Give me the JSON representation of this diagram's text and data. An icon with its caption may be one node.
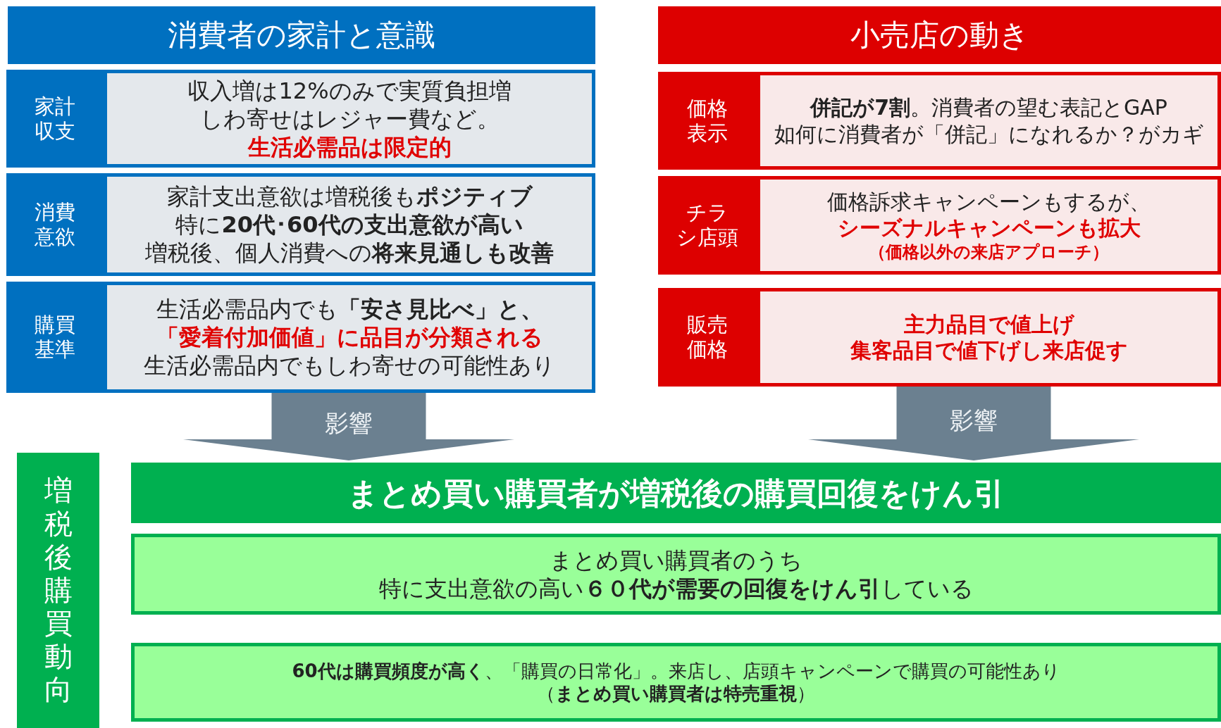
{
  "diagram": {
    "nodes": [
      {
        "text": [
          "消費者の家計と意識"
        ]
      },
      {
        "text": [
          "家計収支"
        ]
      },
      {
        "text": [
          "収入増は12%のみで実質負担増",
          "しわ寄せはレジャー費など。",
          "生活必需品は限定的"
        ]
      },
      {
        "text": [
          "消費意欲"
        ]
      },
      {
        "text": [
          "家計支出意欲は増税後も**ポジティブ**",
          "特に**20代･60代の支出意欲が高い**",
          "増税後、個人消費への**将来見通しも改善**"
        ]
      },
      {
        "text": [
          "購買基準"
        ]
      },
      {
        "text": [
          "生活必需品内でも**「安さ見比べ」と、**",
          "「愛着付加価値」に品目が分類される",
          "生活必需品内でもしわ寄せの可能性あり"
        ]
      },
      {
        "text": [
          "小売店の動き"
        ]
      },
      {
        "text": [
          "価格表示"
        ]
      },
      {
        "text": [
          "**併記が7割**。消費者の望む表記とGAP",
          "如何に消費者が「併記」になれるか？がカギ"
        ]
      },
      {
        "text": [
          "チラシ店頭"
        ]
      },
      {
        "text": [
          "価格訴求キャンペーンもするが、",
          "シーズナルキャンペーンも拡大",
          "（価格以外の来店アプローチ）"
        ]
      },
      {
        "text": [
          "販売価格"
        ]
      },
      {
        "text": [
          "主力品目で値上げ",
          "集客品目で値下げし来店促す"
        ]
      },
      {
        "text": [
          "増税後購買動向"
        ]
      },
      {
        "text": [
          "まとめ買い購買者が増税後の購買回復をけん引"
        ]
      },
      {
        "text": [
          "まとめ買い購買者のうち",
          "特に支出意欲の高い**６０代が需要の回復をけん引**している"
        ]
      },
      {
        "text": [
          "**60代は購買頻度が高く**、「購買の日常化」。来店し、店頭キャンペーンで購買の可能性あり",
          "（**まとめ買い購買者は特売重視**）"
        ]
      }
    ],
    "edges": [
      {
        "from": 6,
        "to": 15,
        "arrow": "to",
        "label": "影響"
      },
      {
        "from": 13,
        "to": 15,
        "arrow": "to",
        "label": "影響"
      }
    ]
  }
}
